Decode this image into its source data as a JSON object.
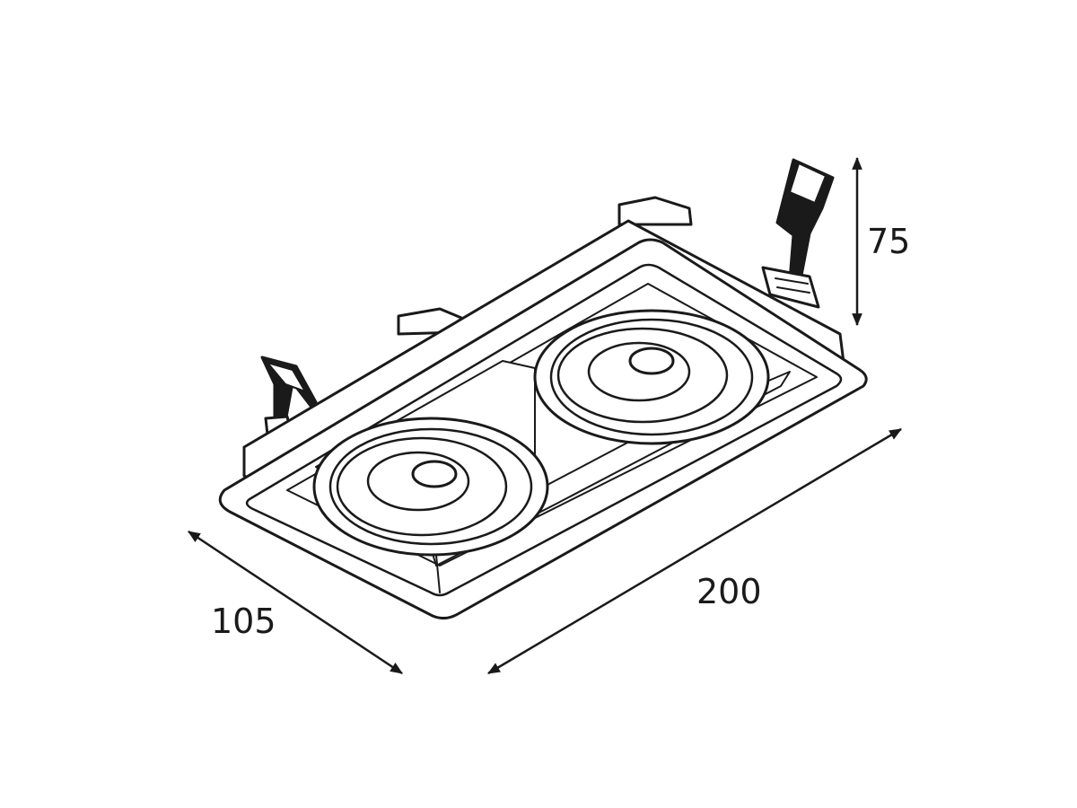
{
  "dimensions": {
    "height": "75",
    "length": "200",
    "depth": "105"
  },
  "colors": {
    "line": "#1a1a1a",
    "fill": "#ffffff"
  }
}
